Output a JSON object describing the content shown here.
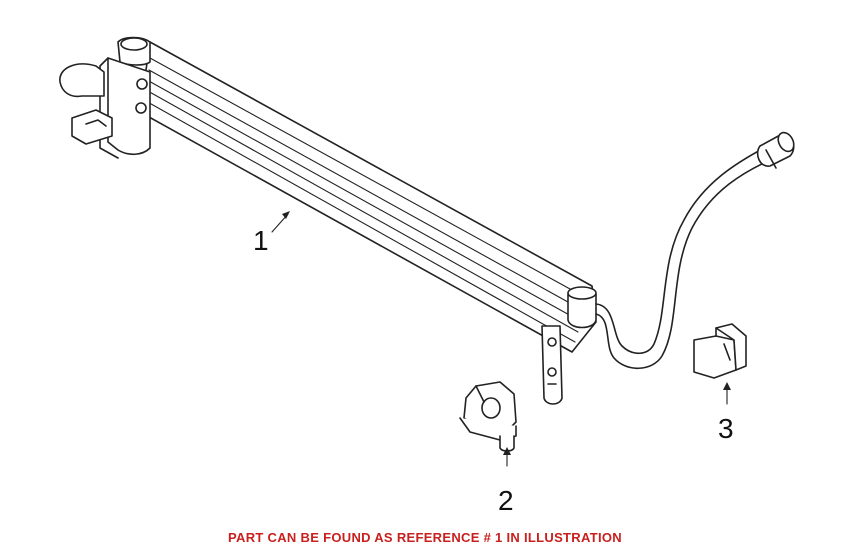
{
  "callouts": {
    "part1": "1",
    "part2": "2",
    "part3": "3"
  },
  "caption": "PART CAN BE FOUND AS REFERENCE # 1 IN ILLUSTRATION",
  "colors": {
    "caption": "#c8201e",
    "line": "#222222"
  }
}
